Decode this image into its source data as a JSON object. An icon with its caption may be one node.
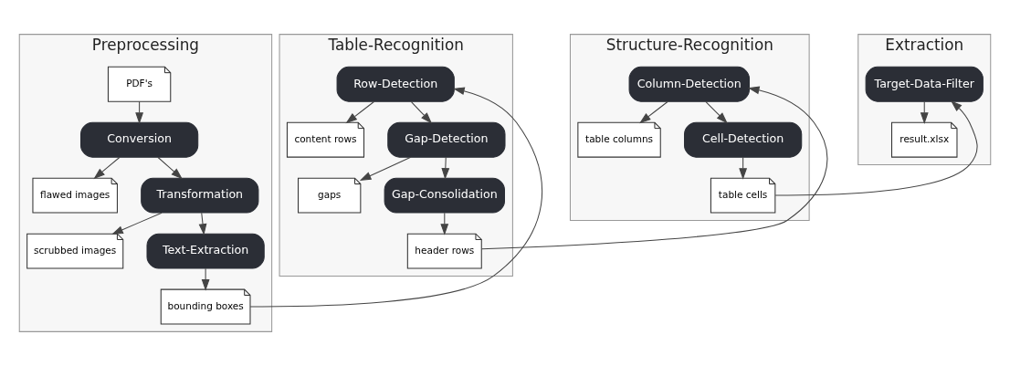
{
  "diagram": {
    "nodes": [
      {
        "text": [
          "Preprocessing"
        ]
      },
      {
        "text": [
          "PDF's"
        ],
        "in": 0
      },
      {
        "text": [
          "Conversion"
        ],
        "in": 0
      },
      {
        "text": [
          "flawed images"
        ],
        "in": 0
      },
      {
        "text": [
          "Transformation"
        ],
        "in": 0
      },
      {
        "text": [
          "scrubbed images"
        ],
        "in": 0
      },
      {
        "text": [
          "Text-Extraction"
        ],
        "in": 0
      },
      {
        "text": [
          "bounding boxes"
        ],
        "in": 0
      },
      {
        "text": [
          "Table-Recognition"
        ]
      },
      {
        "text": [
          "Row-Detection"
        ],
        "in": 8
      },
      {
        "text": [
          "content rows"
        ],
        "in": 8
      },
      {
        "text": [
          "Gap-Detection"
        ],
        "in": 8
      },
      {
        "text": [
          "gaps"
        ],
        "in": 8
      },
      {
        "text": [
          "Gap-Consolidation"
        ],
        "in": 8
      },
      {
        "text": [
          "header rows"
        ],
        "in": 8
      },
      {
        "text": [
          "Structure-Recognition"
        ]
      },
      {
        "text": [
          "Column-Detection"
        ],
        "in": 15
      },
      {
        "text": [
          "table columns"
        ],
        "in": 15
      },
      {
        "text": [
          "Cell-Detection"
        ],
        "in": 15
      },
      {
        "text": [
          "table cells"
        ],
        "in": 15
      },
      {
        "text": [
          "Extraction"
        ]
      },
      {
        "text": [
          "Target-Data-Filter"
        ],
        "in": 20
      },
      {
        "text": [
          "result.xlsx"
        ],
        "in": 20
      }
    ],
    "edges": [
      {
        "from": 1,
        "to": 2,
        "arrow": "to"
      },
      {
        "from": 2,
        "to": 3,
        "arrow": "to"
      },
      {
        "from": 2,
        "to": 4,
        "arrow": "to"
      },
      {
        "from": 4,
        "to": 5,
        "arrow": "to"
      },
      {
        "from": 4,
        "to": 6,
        "arrow": "to"
      },
      {
        "from": 6,
        "to": 7,
        "arrow": "to"
      },
      {
        "from": 7,
        "to": 9,
        "arrow": "to"
      },
      {
        "from": 9,
        "to": 10,
        "arrow": "to"
      },
      {
        "from": 9,
        "to": 11,
        "arrow": "to"
      },
      {
        "from": 11,
        "to": 12,
        "arrow": "to"
      },
      {
        "from": 11,
        "to": 13,
        "arrow": "to"
      },
      {
        "from": 13,
        "to": 14,
        "arrow": "to"
      },
      {
        "from": 14,
        "to": 16,
        "arrow": "to"
      },
      {
        "from": 16,
        "to": 17,
        "arrow": "to"
      },
      {
        "from": 16,
        "to": 18,
        "arrow": "to"
      },
      {
        "from": 18,
        "to": 19,
        "arrow": "to"
      },
      {
        "from": 19,
        "to": 21,
        "arrow": "to"
      },
      {
        "from": 21,
        "to": 22,
        "arrow": "to"
      }
    ]
  }
}
